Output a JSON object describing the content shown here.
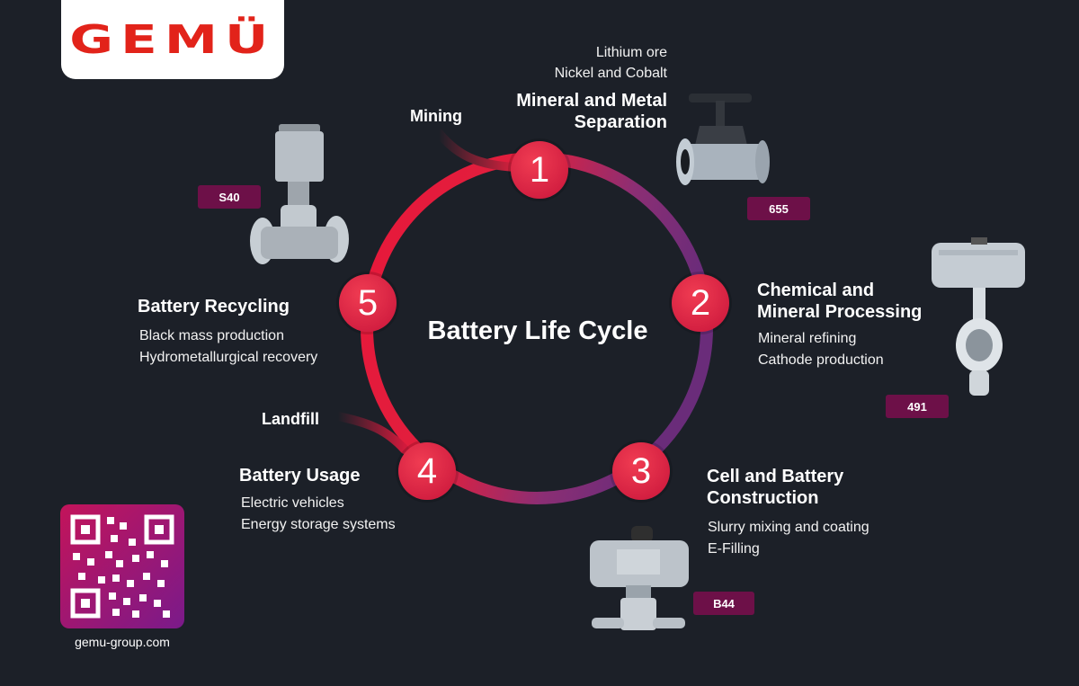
{
  "brand": {
    "logo_text": "GEMÜ",
    "logo_color": "#e2231a"
  },
  "center_title": "Battery Life Cycle",
  "stages": [
    {
      "number": "1",
      "title_line1": "Mineral and Metal",
      "title_line2": "Separation",
      "items": [
        "Lithium ore",
        "Nickel and Cobalt"
      ],
      "product": "655"
    },
    {
      "number": "2",
      "title_line1": "Chemical and",
      "title_line2": "Mineral Processing",
      "items": [
        "Mineral refining",
        "Cathode production"
      ],
      "product": "491"
    },
    {
      "number": "3",
      "title_line1": "Cell and Battery",
      "title_line2": "Construction",
      "items": [
        "Slurry mixing and coating",
        "E-Filling"
      ],
      "product": "B44"
    },
    {
      "number": "4",
      "title_line1": "Battery Usage",
      "items": [
        "Electric vehicles",
        "Energy storage systems"
      ]
    },
    {
      "number": "5",
      "title_line1": "Battery Recycling",
      "items": [
        "Black mass production",
        "Hydrometallurgical recovery"
      ],
      "product": "S40"
    }
  ],
  "inputs": {
    "mining": "Mining",
    "landfill": "Landfill"
  },
  "footer": {
    "url": "gemu-group.com"
  },
  "colors": {
    "background": "#1c2028",
    "accent_red": "#e31e3c",
    "accent_purple": "#6a2c7a",
    "badge": "#6d1048"
  }
}
